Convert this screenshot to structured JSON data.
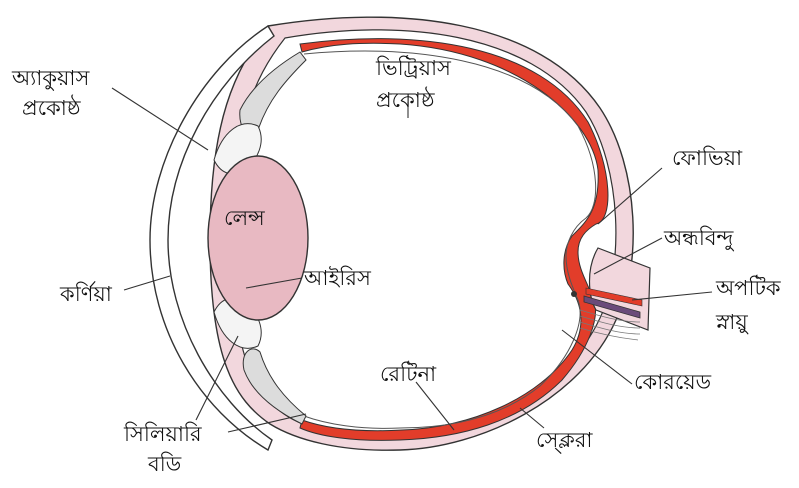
{
  "labels": {
    "aqueous_1": "অ্যাকুয়াস",
    "aqueous_2": "প্রকোষ্ঠ",
    "vitreous_1": "ভিট্রিয়াস",
    "vitreous_2": "প্রকোষ্ঠ",
    "fovea": "ফোভিয়া",
    "lens": "লেন্স",
    "blind_spot": "অন্ধবিন্দু",
    "iris": "আইরিস",
    "optic_1": "অপটিক",
    "optic_2": "স্নায়ু",
    "cornea": "কর্ণিয়া",
    "retina": "রেটিনা",
    "choroid": "কোরয়েড",
    "ciliary_1": "সিলিয়ারি",
    "ciliary_2": "বডি",
    "sclera": "স্ক্লেরা"
  },
  "colors": {
    "sclera_fill": "#f2d7dd",
    "choroid_fill": "#e23d2a",
    "lens_fill": "#e8b9c2",
    "line": "#333333",
    "muscle_fill": "#dcdcdc"
  }
}
